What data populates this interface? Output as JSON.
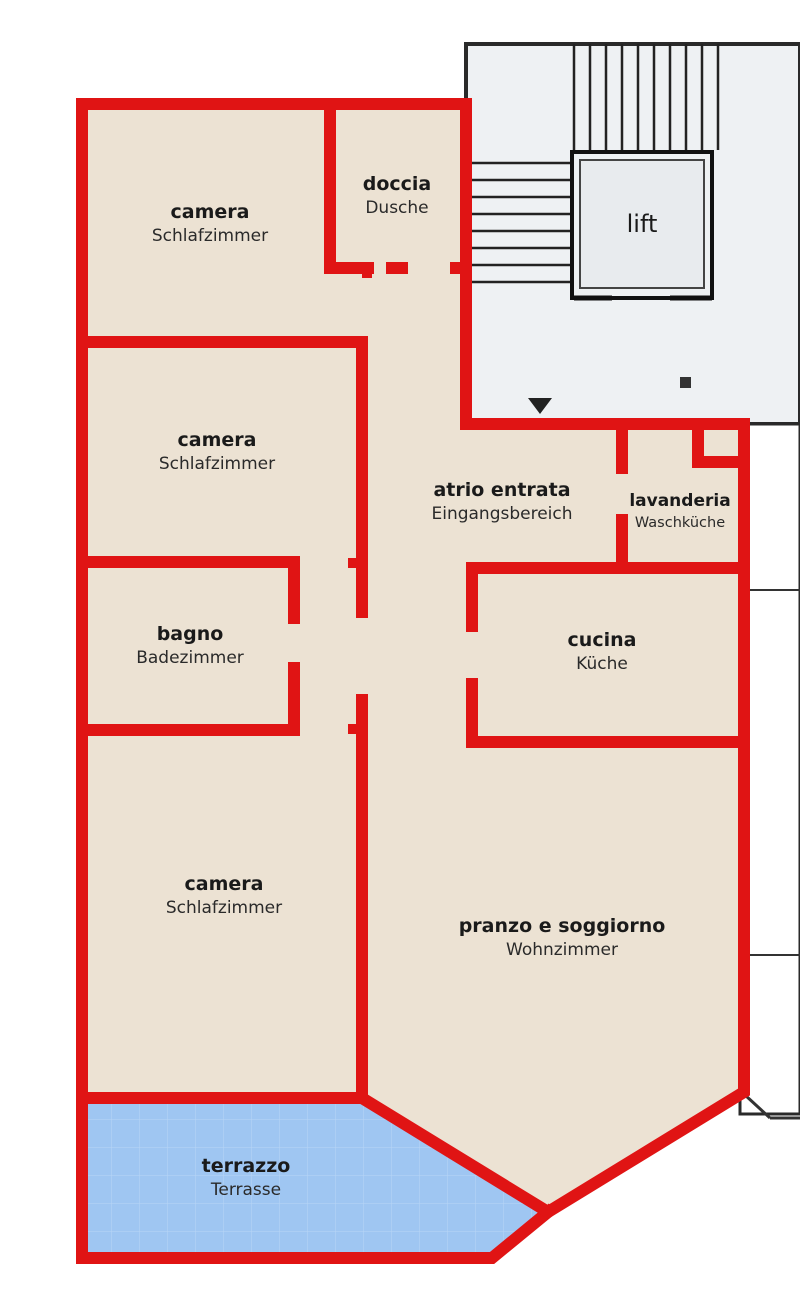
{
  "rooms": {
    "camera_top": {
      "it": "camera",
      "de": "Schlafzimmer"
    },
    "doccia": {
      "it": "doccia",
      "de": "Dusche"
    },
    "camera_mid": {
      "it": "camera",
      "de": "Schlafzimmer"
    },
    "atrio": {
      "it": "atrio entrata",
      "de": "Eingangsbereich"
    },
    "lavanderia": {
      "it": "lavanderia",
      "de": "Waschküche"
    },
    "bagno": {
      "it": "bagno",
      "de": "Badezimmer"
    },
    "cucina": {
      "it": "cucina",
      "de": "Küche"
    },
    "camera_bottom": {
      "it": "camera",
      "de": "Schlafzimmer"
    },
    "pranzo": {
      "it": "pranzo e soggiorno",
      "de": "Wohnzimmer"
    },
    "terrazzo": {
      "it": "terrazzo",
      "de": "Terrasse"
    }
  },
  "lift": {
    "label": "lift"
  },
  "colors": {
    "wall": "#e01414",
    "floor": "#ece2d3",
    "terrace": "#9fc6f2",
    "stair": "#eef1f3"
  }
}
